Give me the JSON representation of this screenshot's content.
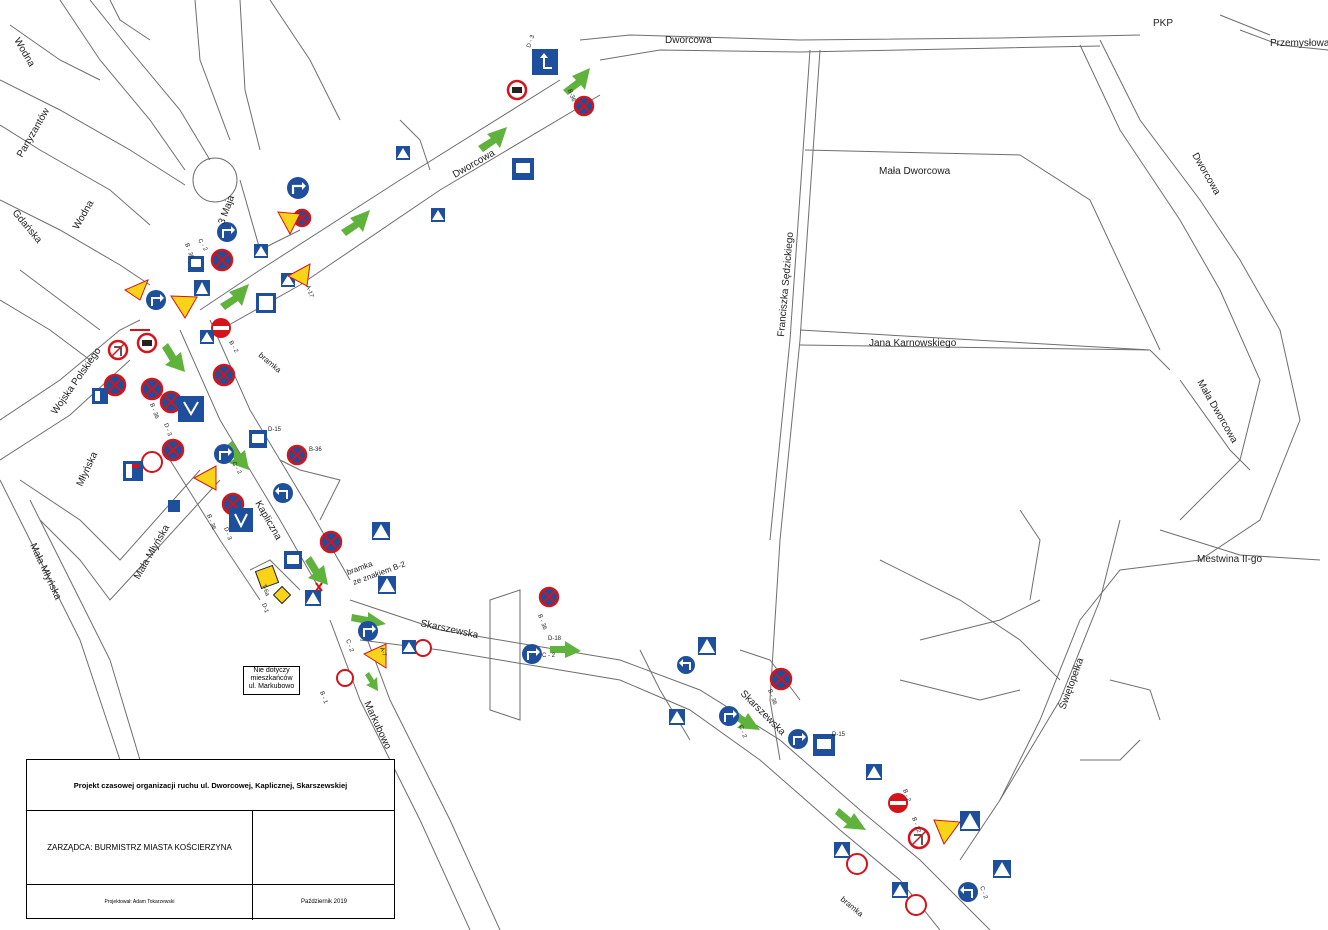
{
  "streets": {
    "dworcowa_top": "Dworcowa",
    "dworcowa_mid": "Dworcowa",
    "dworcowa_right": "Dworcowa",
    "pkp": "PKP",
    "przemyslowa": "Przemysłowa",
    "mala_dworcowa": "Mała Dworcowa",
    "mala_dworcowa_right": "Mała Dworcowa",
    "jana_karnowskiego": "Jana Karnowskiego",
    "franciszka_sedzickiego": "Franciszka Sędzickiego",
    "mestwina": "Mestwina II-go",
    "swietopelka": "Świętopełka",
    "wodna_top": "Wodna",
    "wodna_mid": "Wodna",
    "partyzantow": "Partyzantów",
    "gdanska": "Gdańska",
    "trzeciego_maja": "3 Maja",
    "wojska_polskiego": "Wojska Polskiego",
    "mlynska": "Młyńska",
    "mala_mlynska": "Mała Młyńska",
    "mala_mlynska_left": "Mała Młyńska",
    "kapliczna": "Kapliczna",
    "skarszewska_left": "Skarszewska",
    "skarszewska_right": "Skarszewska",
    "markubowo": "Markubowo"
  },
  "sign_codes": {
    "d3_top": "D - 3",
    "b36_a": "B-36",
    "c2_a": "C - 2",
    "b36_b": "B - 36",
    "b2_a": "B - 2",
    "d3_b": "D - 3",
    "b36_c": "B - 36",
    "c2_b": "C - 2",
    "d15_a": "D-15",
    "b36_d": "B-36",
    "b36_e": "B - 36",
    "d3_c": "D - 3",
    "c2_c": "C - 2",
    "b36_f": "B - 36",
    "d18": "D-18",
    "c2_d": "C - 2",
    "b1": "B - 1",
    "c2_e": "C - 2",
    "d15_b": "D-15",
    "b36_g": "B - 36",
    "c2_f": "C - 2",
    "b2_b": "B - 2",
    "b22": "B - 22",
    "c2_g": "C - 2",
    "a17": "A-17",
    "a7": "A-7",
    "d1": "D-1",
    "t6a": "T-6a"
  },
  "annotations": {
    "bramka_1": "bramka",
    "bramka_2_line1": "bramka",
    "bramka_2_line2": "ze znakiem B-2",
    "bramka_3": "bramka"
  },
  "note_box": {
    "line1": "Nie dotyczy",
    "line2": "mieszkańców",
    "line3": "ul. Markubowo"
  },
  "title_block": {
    "title": "Projekt czasowej organizacji ruchu ul. Dworcowej, Kaplicznej, Skarszewskiej",
    "zarzadca": "ZARZĄDCA: BURMISTRZ MIASTA KOŚCIERZYNA",
    "author": "Projektował: Adam Tokarzewski",
    "date": "Październik 2019"
  },
  "colors": {
    "road_line": "#6e6e6e",
    "sign_blue": "#1e4f9c",
    "sign_red": "#d3141b",
    "sign_yellow": "#f7d417",
    "arrow_green": "#5fb33c"
  }
}
